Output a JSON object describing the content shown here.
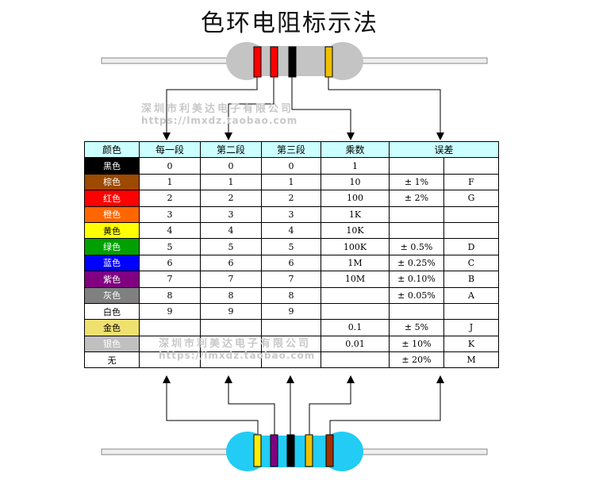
{
  "title": "色环电阻标示法",
  "watermark": {
    "line1": "深圳市利美达电子有限公司",
    "line2": "https://lmxdz.taobao.com"
  },
  "table": {
    "headers": [
      "颜色",
      "每一段",
      "第二段",
      "第三段",
      "乘数",
      "误差"
    ],
    "rows": [
      {
        "name": "黑色",
        "bg": "#000000",
        "fg": "#ffffff",
        "d1": "0",
        "d2": "0",
        "d3": "0",
        "mult": "1",
        "tol": "",
        "code": ""
      },
      {
        "name": "棕色",
        "bg": "#9b4a00",
        "fg": "#ffffff",
        "d1": "1",
        "d2": "1",
        "d3": "1",
        "mult": "10",
        "tol": "± 1%",
        "code": "F"
      },
      {
        "name": "红色",
        "bg": "#ff0000",
        "fg": "#ffffff",
        "d1": "2",
        "d2": "2",
        "d3": "2",
        "mult": "100",
        "tol": "± 2%",
        "code": "G"
      },
      {
        "name": "橙色",
        "bg": "#ff6600",
        "fg": "#ffffff",
        "d1": "3",
        "d2": "3",
        "d3": "3",
        "mult": "1K",
        "tol": "",
        "code": ""
      },
      {
        "name": "黄色",
        "bg": "#ffff00",
        "fg": "#000000",
        "d1": "4",
        "d2": "4",
        "d3": "4",
        "mult": "10K",
        "tol": "",
        "code": ""
      },
      {
        "name": "绿色",
        "bg": "#00a000",
        "fg": "#ffffff",
        "d1": "5",
        "d2": "5",
        "d3": "5",
        "mult": "100K",
        "tol": "± 0.5%",
        "code": "D"
      },
      {
        "name": "蓝色",
        "bg": "#0000ff",
        "fg": "#ffffff",
        "d1": "6",
        "d2": "6",
        "d3": "6",
        "mult": "1M",
        "tol": "± 0.25%",
        "code": "C"
      },
      {
        "name": "紫色",
        "bg": "#800080",
        "fg": "#ffffff",
        "d1": "7",
        "d2": "7",
        "d3": "7",
        "mult": "10M",
        "tol": "± 0.10%",
        "code": "B"
      },
      {
        "name": "灰色",
        "bg": "#808080",
        "fg": "#ffffff",
        "d1": "8",
        "d2": "8",
        "d3": "8",
        "mult": "",
        "tol": "± 0.05%",
        "code": "A"
      },
      {
        "name": "白色",
        "bg": "#ffffff",
        "fg": "#000000",
        "d1": "9",
        "d2": "9",
        "d3": "9",
        "mult": "",
        "tol": "",
        "code": ""
      },
      {
        "name": "金色",
        "bg": "#f0e070",
        "fg": "#000000",
        "d1": "",
        "d2": "",
        "d3": "",
        "mult": "0.1",
        "tol": "± 5%",
        "code": "J"
      },
      {
        "name": "银色",
        "bg": "#c0c0c0",
        "fg": "#ffffff",
        "d1": "",
        "d2": "",
        "d3": "",
        "mult": "0.01",
        "tol": "± 10%",
        "code": "K"
      },
      {
        "name": "无",
        "bg": "#ffffff",
        "fg": "#000000",
        "d1": "",
        "d2": "",
        "d3": "",
        "mult": "",
        "tol": "± 20%",
        "code": "M"
      }
    ]
  },
  "colors": {
    "top_body": "#c4c4c4",
    "bottom_body": "#22ccf4",
    "header_bg": "#ccffff",
    "top_bands": [
      "#ff0000",
      "#ff0000",
      "#000000",
      "#f0c000"
    ],
    "bottom_bands": [
      "#ffee00",
      "#800080",
      "#000000",
      "#f0c000",
      "#a03000"
    ]
  }
}
